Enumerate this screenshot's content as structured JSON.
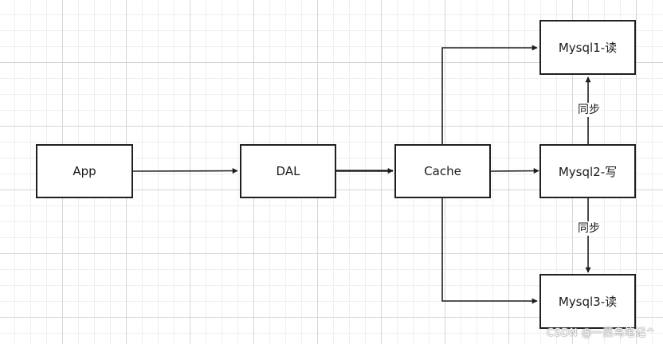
{
  "diagram": {
    "nodes": {
      "app": "App",
      "dal": "DAL",
      "cache": "Cache",
      "mysql1": "Mysql1-读",
      "mysql2": "Mysql2-写",
      "mysql3": "Mysql3-读"
    },
    "edge_labels": {
      "sync_up": "同步",
      "sync_down": "同步"
    },
    "colors": {
      "stroke": "#1f1f1f",
      "grid": "#d6d6d6"
    }
  },
  "watermark": "CSDN @一菜鸟笔记^"
}
